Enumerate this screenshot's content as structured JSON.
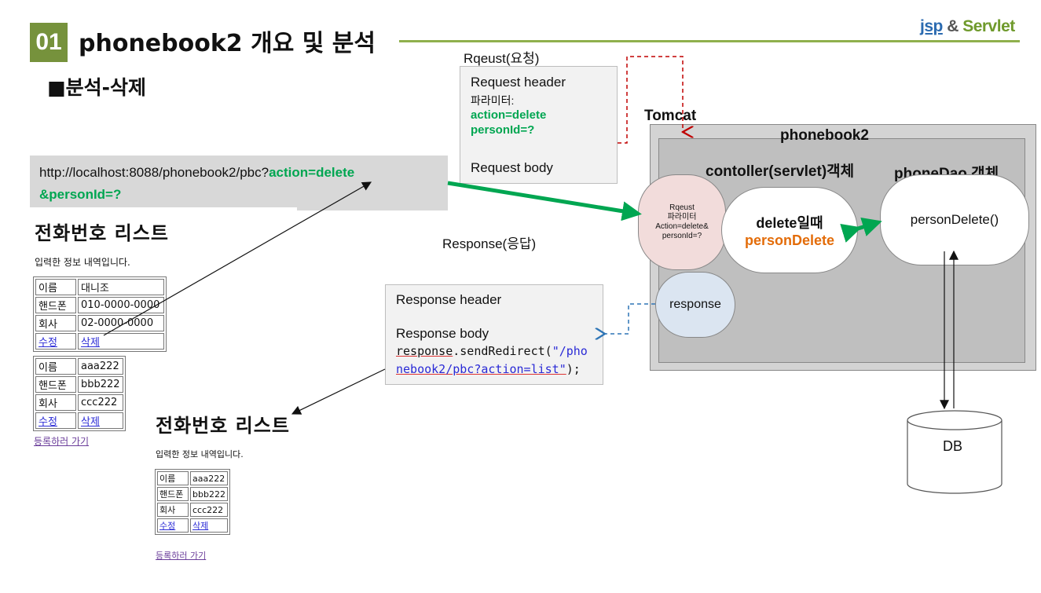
{
  "header": {
    "number": "01",
    "title": "phonebook2 개요 및 분석",
    "brand_jsp": "jsp",
    "brand_amp": "&",
    "brand_servlet": "Servlet",
    "subtitle": "■분석-삭제"
  },
  "url": {
    "prefix": "http://localhost:8088/phonebook2/pbc?",
    "param1": "action=delete",
    "param2": "&personId=?"
  },
  "list_page_1": {
    "title": "전화번호 리스트",
    "desc": "입력한 정보 내역입니다.",
    "entries": [
      {
        "name_label": "이름",
        "name": "대니조",
        "phone_label": "핸드폰",
        "phone": "010-0000-0000",
        "company_label": "회사",
        "company": "02-0000-0000",
        "edit": "수정",
        "delete": "삭제"
      },
      {
        "name_label": "이름",
        "name": "aaa222",
        "phone_label": "핸드폰",
        "phone": "bbb222",
        "company_label": "회사",
        "company": "ccc222",
        "edit": "수정",
        "delete": "삭제"
      }
    ],
    "register_link": "등록하러 가기"
  },
  "list_page_2": {
    "title": "전화번호 리스트",
    "desc": "입력한 정보 내역입니다.",
    "entry": {
      "name_label": "이름",
      "name": "aaa222",
      "phone_label": "핸드폰",
      "phone": "bbb222",
      "company_label": "회사",
      "company": "ccc222",
      "edit": "수정",
      "delete": "삭제"
    },
    "register_link": "등록하러 가기"
  },
  "request": {
    "caption": "Rqeust(요청)",
    "header": "Request header",
    "params_label": "파라미터:",
    "param_action": "action=delete",
    "param_person": "personId=?",
    "body": "Request body"
  },
  "response_caption": "Response(응답)",
  "response": {
    "header": "Response header",
    "body": "Response body",
    "code_obj": "response",
    "code_call": ".sendRedirect(",
    "code_str1": "\"/pho",
    "code_str2": "nebook2/pbc?action=list\"",
    "code_end": ");"
  },
  "tomcat": {
    "label": "Tomcat",
    "app": "phonebook2",
    "controller_label": "contoller(servlet)객체",
    "dao_label": "phoneDao 객체",
    "request_node": [
      "Rqeust",
      "파라미터",
      "Action=delete&",
      "personId=?"
    ],
    "ctrl_line1": "delete일때",
    "ctrl_line2": "personDelete",
    "dao_method": "personDelete()",
    "response_node": "response"
  },
  "db": "DB",
  "colors": {
    "badge": "#76923c",
    "green": "#00a651",
    "orange": "#e36c09",
    "request_node": "#f2dcdb",
    "response_node": "#dbe5f1",
    "red_dashed": "#c00000",
    "blue_dashed": "#2e75b6"
  }
}
